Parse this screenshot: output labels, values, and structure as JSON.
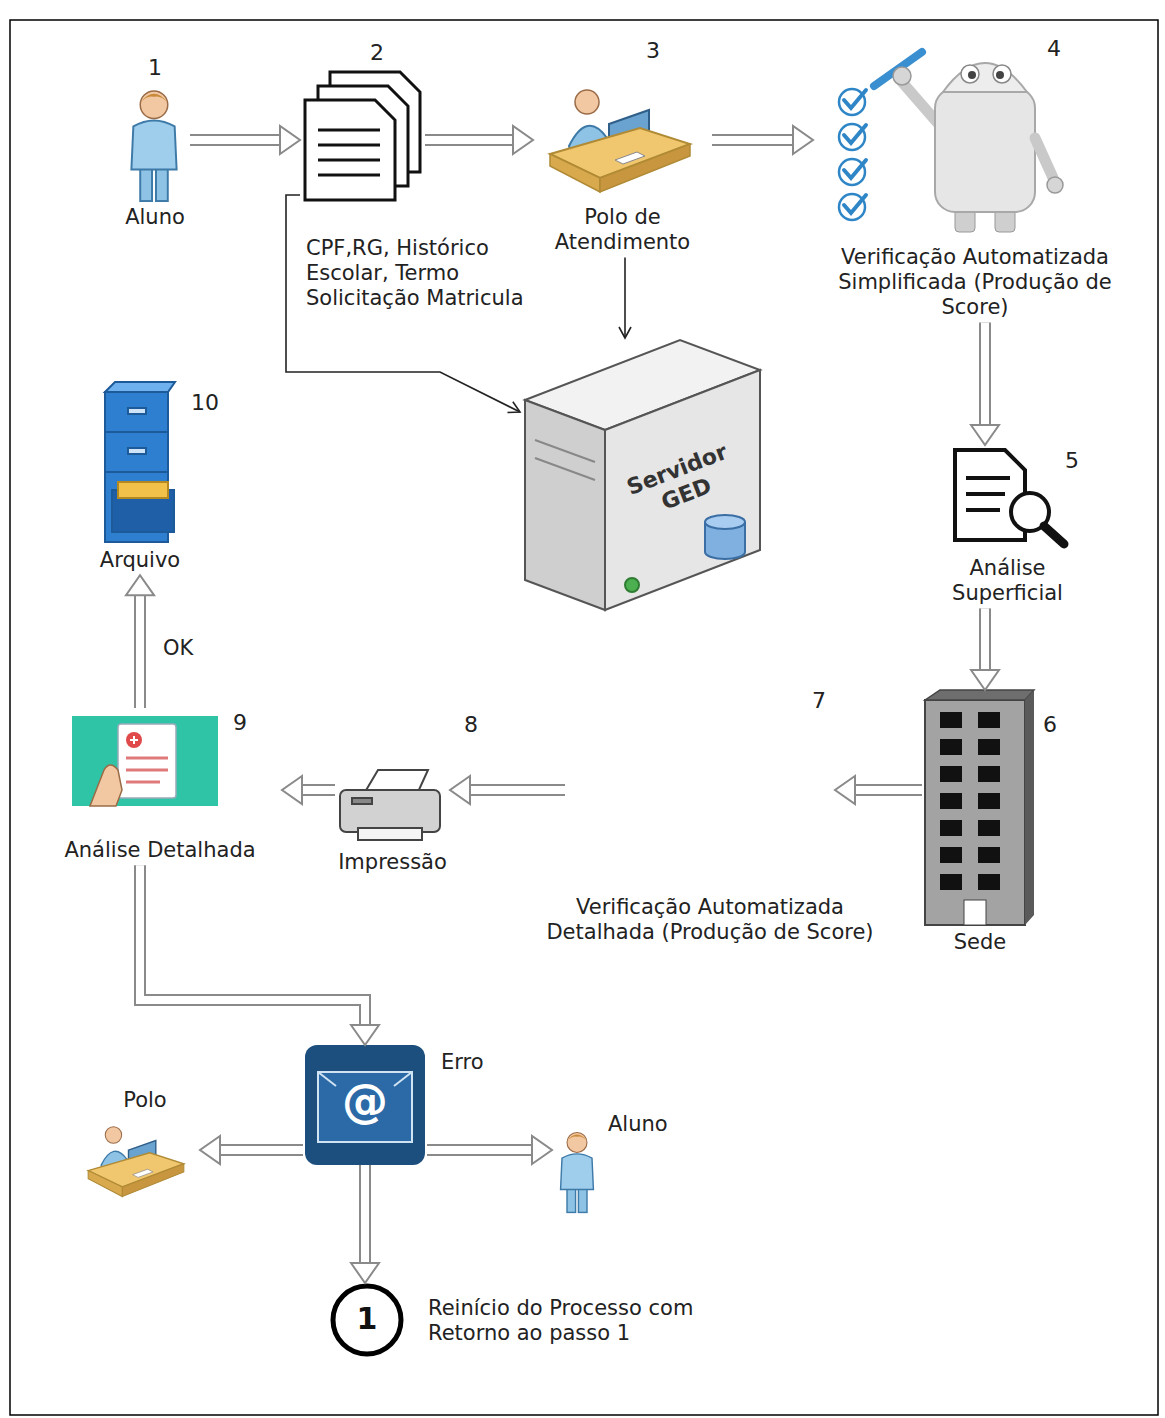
{
  "diagram": {
    "nodes": [
      {
        "text": [
          "1",
          "Aluno"
        ]
      },
      {
        "text": [
          "2",
          "CPF,RG, Histórico Escolar, Termo Solicitação Matricula"
        ]
      },
      {
        "text": [
          "3",
          "Polo de Atendimento"
        ]
      },
      {
        "text": [
          "4",
          "Verificação Automatizada Simplificada (Produção de Score)"
        ]
      },
      {
        "text": [
          "Servidor GED"
        ]
      },
      {
        "text": [
          "5",
          "Análise Superficial"
        ]
      },
      {
        "text": [
          "6",
          "Sede"
        ]
      },
      {
        "text": [
          "7",
          "Verificação Automatizada Detalhada (Produção de Score)"
        ]
      },
      {
        "text": [
          "8",
          "Impressão"
        ]
      },
      {
        "text": [
          "9",
          "Análise Detalhada"
        ]
      },
      {
        "text": [
          "10",
          "Arquivo"
        ]
      },
      {
        "text": [
          "@"
        ]
      },
      {
        "text": [
          "Polo"
        ]
      },
      {
        "text": [
          "Aluno"
        ]
      },
      {
        "text": [
          "1",
          "Reinício do Processo com Retorno ao passo 1"
        ]
      }
    ],
    "edges": [
      {
        "from": 0,
        "to": 1,
        "arrow": "to"
      },
      {
        "from": 1,
        "to": 2,
        "arrow": "to"
      },
      {
        "from": 2,
        "to": 3,
        "arrow": "to"
      },
      {
        "from": 1,
        "to": 4,
        "arrow": "to"
      },
      {
        "from": 2,
        "to": 4,
        "arrow": "to"
      },
      {
        "from": 3,
        "to": 5,
        "arrow": "to"
      },
      {
        "from": 5,
        "to": 6,
        "arrow": "to"
      },
      {
        "from": 6,
        "to": 7,
        "arrow": "to"
      },
      {
        "from": 7,
        "to": 8,
        "arrow": "to"
      },
      {
        "from": 8,
        "to": 9,
        "arrow": "to"
      },
      {
        "from": 9,
        "to": 10,
        "arrow": "to",
        "label": "OK"
      },
      {
        "from": 9,
        "to": 11,
        "arrow": "to",
        "label": "Erro"
      },
      {
        "from": 11,
        "to": 12,
        "arrow": "to"
      },
      {
        "from": 11,
        "to": 13,
        "arrow": "to"
      },
      {
        "from": 11,
        "to": 14,
        "arrow": "to"
      }
    ]
  }
}
